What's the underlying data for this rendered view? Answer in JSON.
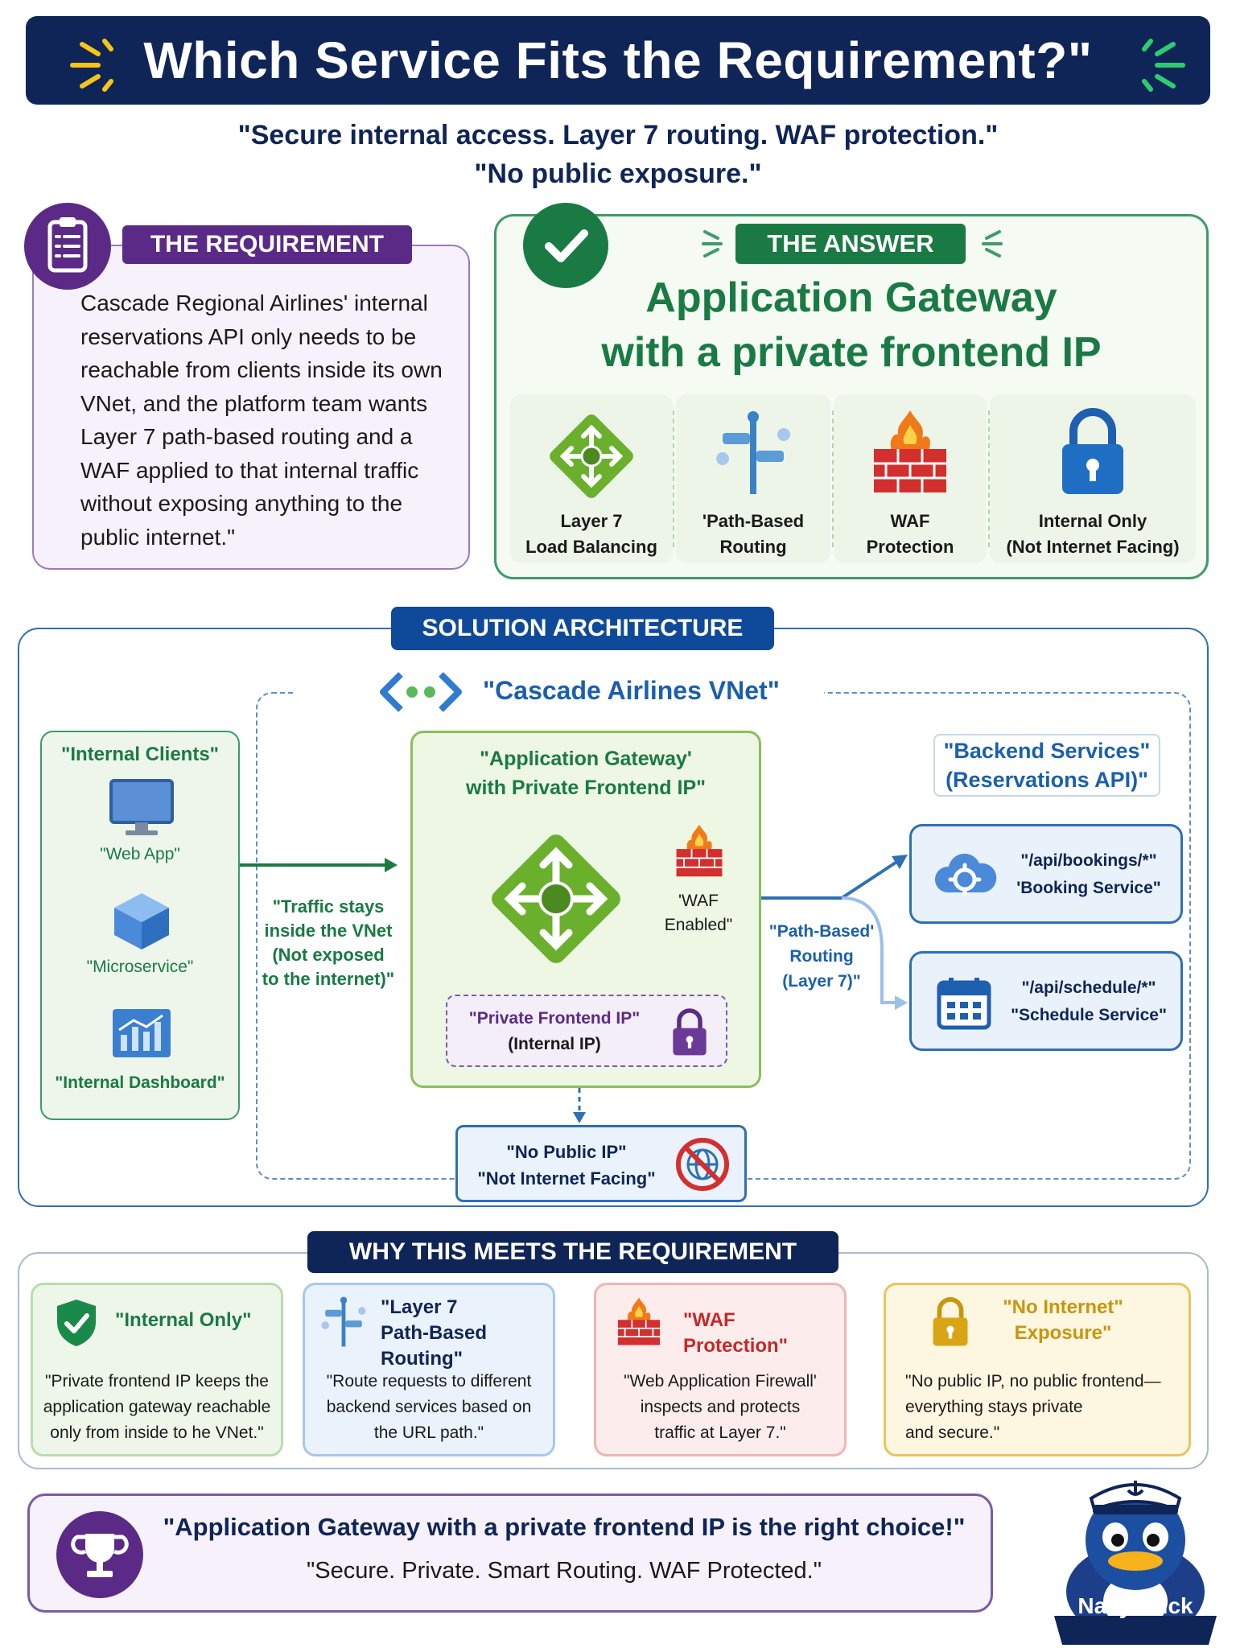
{
  "header": {
    "title": "Which Service Fits the Requirement?\""
  },
  "subtitle": {
    "line1": "\"Secure internal access. Layer 7 routing. WAF protection.\"",
    "line2": "\"No public exposure.\""
  },
  "requirement": {
    "label": "THE REQUIREMENT",
    "text": "Cascade Regional Airlines' internal reservations API only needs to be reachable from clients inside its own VNet, and the platform team wants Layer 7 path-based routing and a WAF applied to that internal traffic without exposing anything to the public internet.\""
  },
  "answer": {
    "label": "THE ANSWER",
    "title_line1": "Application Gateway",
    "title_line2": "with a private frontend IP",
    "features": [
      {
        "line1": "Layer 7",
        "line2": "Load Balancing",
        "icon": "load-balancer-icon"
      },
      {
        "line1": "'Path-Based",
        "line2": "Routing",
        "icon": "signpost-icon"
      },
      {
        "line1": "WAF",
        "line2": "Protection",
        "icon": "firewall-icon"
      },
      {
        "line1": "Internal Only",
        "line2": "(Not Internet Facing)",
        "icon": "lock-icon"
      }
    ]
  },
  "architecture": {
    "label": "SOLUTION ARCHITECTURE",
    "vnet_title": "\"Cascade Airlines VNet\"",
    "clients": {
      "title": "\"Internal Clients\"",
      "items": [
        "\"Web App\"",
        "\"Microservice\"",
        "\"Internal Dashboard\""
      ]
    },
    "traffic_note": [
      "\"Traffic stays",
      "inside the VNet",
      "(Not exposed",
      "to the internet)\""
    ],
    "gateway": {
      "title_line1": "\"Application Gateway'",
      "title_line2": "with Private Frontend IP\"",
      "waf_line1": "'WAF",
      "waf_line2": "Enabled\"",
      "pfip_line1": "\"Private Frontend IP\"",
      "pfip_line2": "(Internal IP)"
    },
    "routing_note": [
      "\"Path-Based'",
      "Routing",
      "(Layer 7)\""
    ],
    "backend": {
      "title_line1": "\"Backend Services\"",
      "title_line2": "(Reservations API)\"",
      "services": [
        {
          "path": "\"/api/bookings/*\"",
          "name": "'Booking Service\"",
          "icon": "cloud-gear-icon"
        },
        {
          "path": "\"/api/schedule/*\"",
          "name": "\"Schedule Service\"",
          "icon": "calendar-icon"
        }
      ]
    },
    "no_public": {
      "line1": "\"No Public IP\"",
      "line2": "\"Not Internet Facing\""
    }
  },
  "why": {
    "label": "WHY THIS MEETS THE REQUIREMENT",
    "cards": [
      {
        "title": "\"Internal Only\"",
        "text": [
          "\"Private frontend IP keeps the",
          "application gateway reachable",
          "only from inside to he VNet.\""
        ]
      },
      {
        "title_line1": "\"Layer 7",
        "title_line2": "Path-Based Routing\"",
        "text": [
          "\"Route requests to different",
          "backend services based on",
          "the URL path.\""
        ]
      },
      {
        "title": "\"WAF Protection\"",
        "text": [
          "\"Web Application Firewall'",
          "inspects and protects",
          "traffic at Layer 7.\""
        ]
      },
      {
        "title_line1": "\"No Internet\"",
        "title_line2": "Exposure\"",
        "text": [
          "\"No public IP, no public frontend—",
          "everything stays private",
          "and secure.\""
        ]
      }
    ]
  },
  "footer": {
    "line1": "\"Application Gateway with a private frontend IP is the right choice!\"",
    "line2": "\"Secure. Private. Smart Routing. WAF Protected.\""
  },
  "mascot": {
    "label": "Navy Duck"
  },
  "colors": {
    "navy": "#0f2557",
    "purple": "#5b2a86",
    "green": "#1a7a43",
    "blue": "#2f6fb5",
    "red": "#d32f2f",
    "gold": "#c8960c"
  }
}
